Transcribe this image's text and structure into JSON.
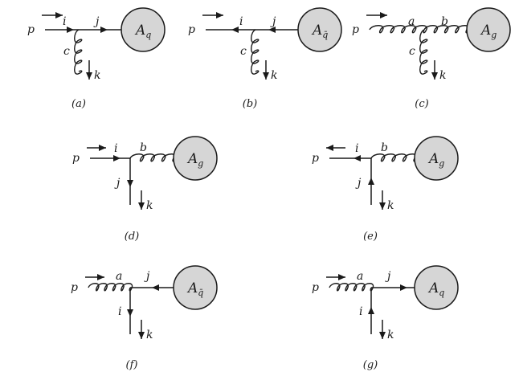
{
  "diagrams": [
    {
      "id": "a",
      "caption": "(a)",
      "labels": {
        "p": "p",
        "l1": "i",
        "l2": "j",
        "l3": "c",
        "k": "k"
      },
      "amp": {
        "main": "A",
        "sub": "q"
      }
    },
    {
      "id": "b",
      "caption": "(b)",
      "labels": {
        "p": "p",
        "l1": "i",
        "l2": "j",
        "l3": "c",
        "k": "k"
      },
      "amp": {
        "main": "A",
        "sub": "q̄"
      }
    },
    {
      "id": "c",
      "caption": "(c)",
      "labels": {
        "p": "p",
        "l1": "a",
        "l2": "b",
        "l3": "c",
        "k": "k"
      },
      "amp": {
        "main": "A",
        "sub": "g"
      }
    },
    {
      "id": "d",
      "caption": "(d)",
      "labels": {
        "p": "p",
        "l1": "i",
        "l2": "b",
        "l3": "j",
        "k": "k"
      },
      "amp": {
        "main": "A",
        "sub": "g"
      }
    },
    {
      "id": "e",
      "caption": "(e)",
      "labels": {
        "p": "p",
        "l1": "i",
        "l2": "b",
        "l3": "j",
        "k": "k"
      },
      "amp": {
        "main": "A",
        "sub": "g"
      }
    },
    {
      "id": "f",
      "caption": "(f)",
      "labels": {
        "p": "p",
        "l1": "a",
        "l2": "j",
        "l3": "i",
        "k": "k"
      },
      "amp": {
        "main": "A",
        "sub": "q̄"
      }
    },
    {
      "id": "g",
      "caption": "(g)",
      "labels": {
        "p": "p",
        "l1": "a",
        "l2": "j",
        "l3": "i",
        "k": "k"
      },
      "amp": {
        "main": "A",
        "sub": "q"
      }
    }
  ]
}
